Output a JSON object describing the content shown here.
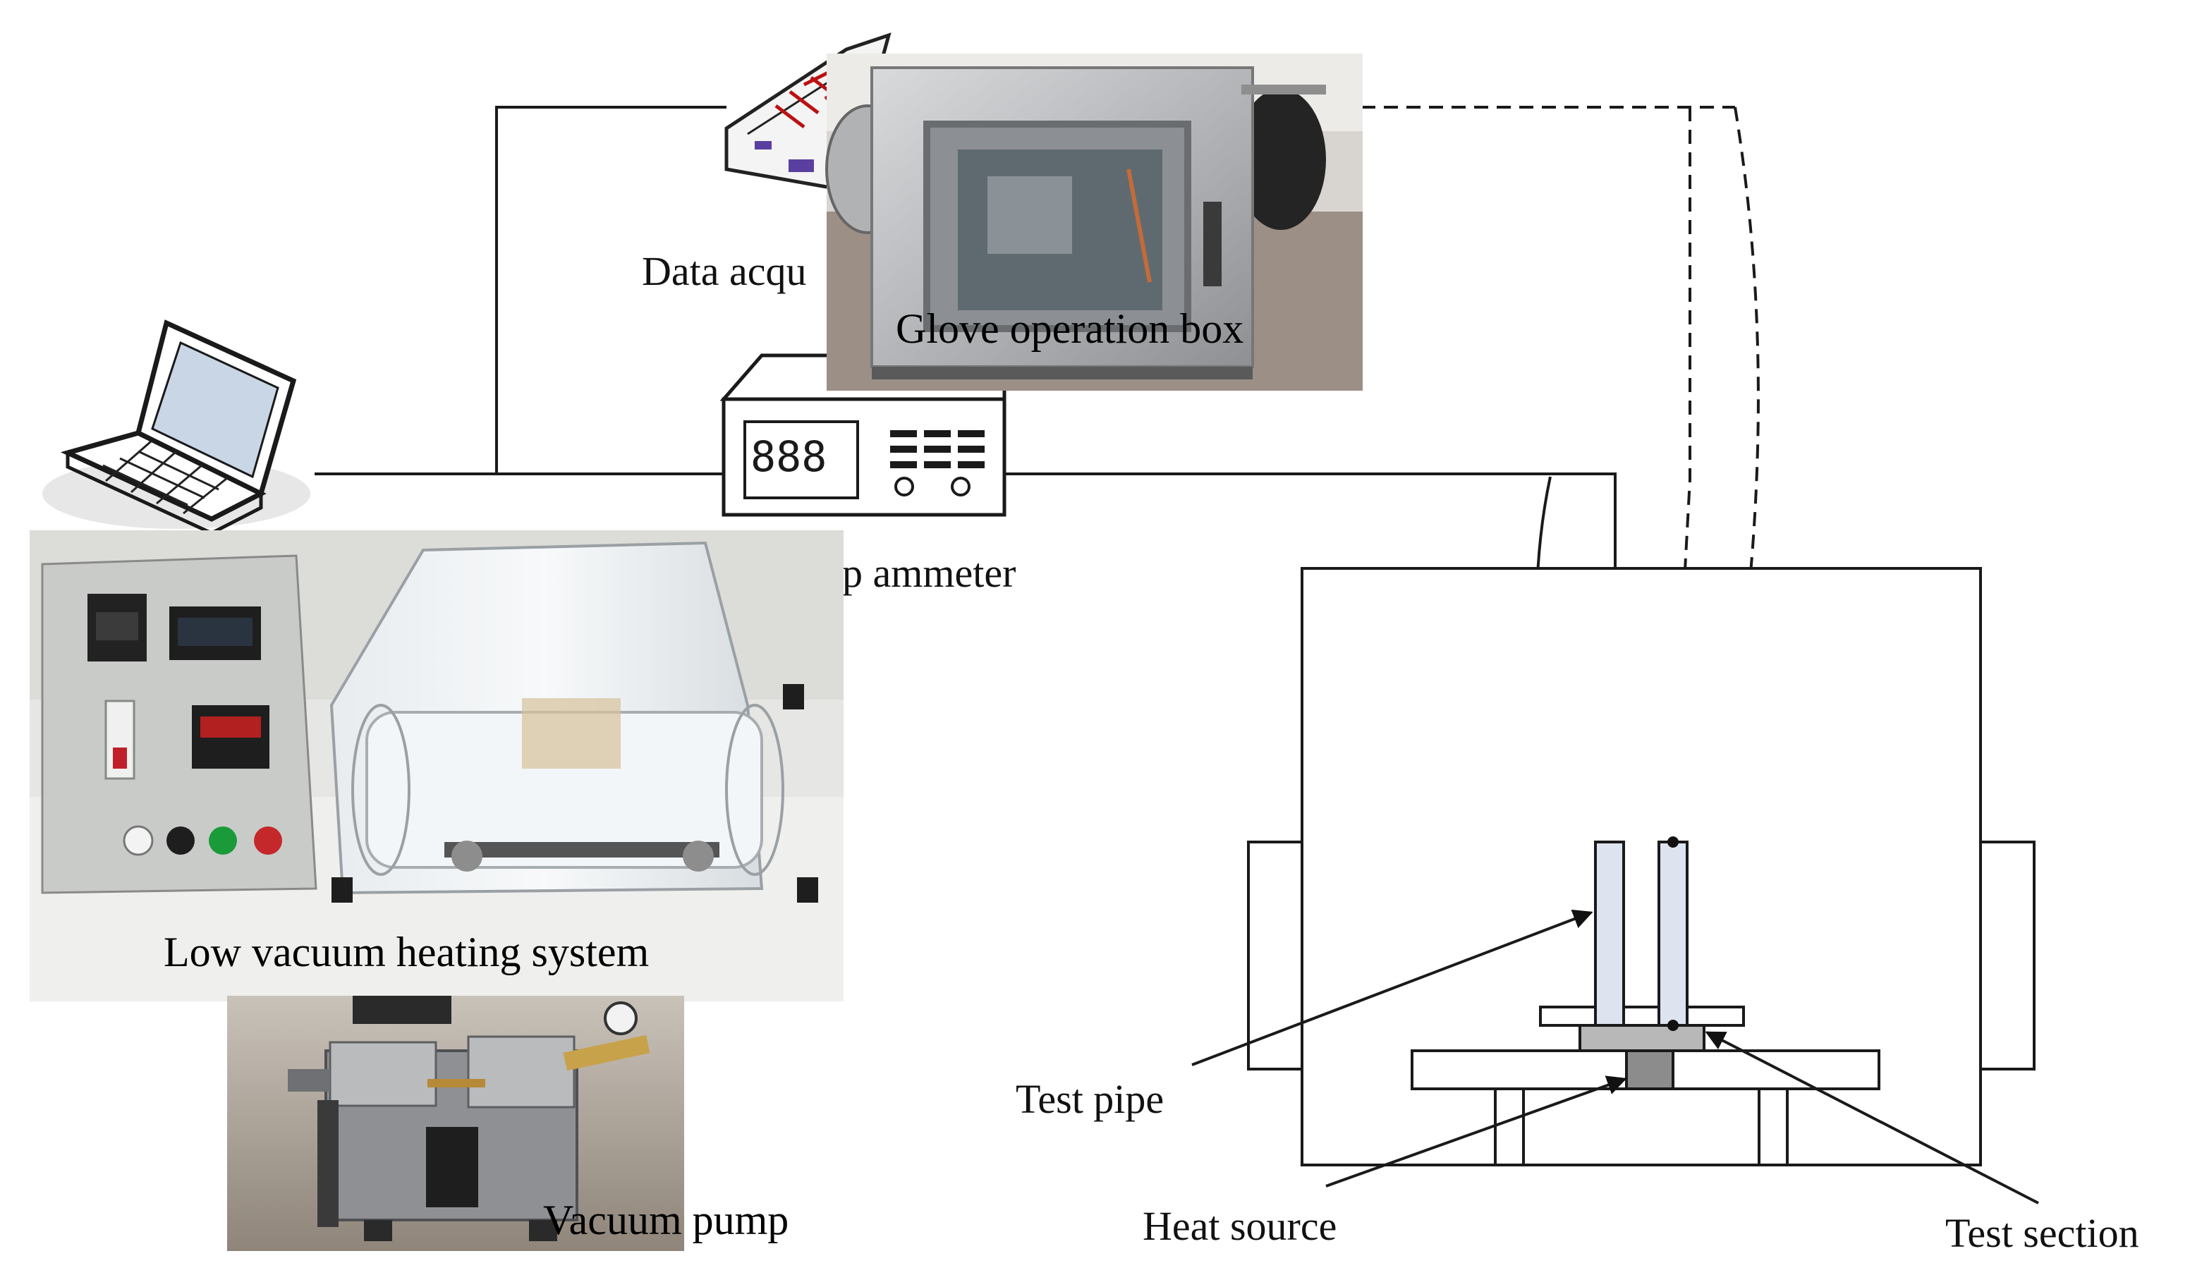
{
  "labels": {
    "data_acquisition": "Data acqu",
    "glove_box": "Glove operation box",
    "ammeter": "p ammeter",
    "low_vacuum": "Low vacuum heating system",
    "vacuum_pump": "Vacuum pump",
    "test_pipe": "Test pipe",
    "heat_source": "Heat source",
    "test_section": "Test section"
  },
  "colors": {
    "line": "#1a1a1a",
    "pipe_fill": "#dde4f0",
    "test_section_fill": "#b8b8b8",
    "heat_source_fill": "#8c8c8c"
  }
}
